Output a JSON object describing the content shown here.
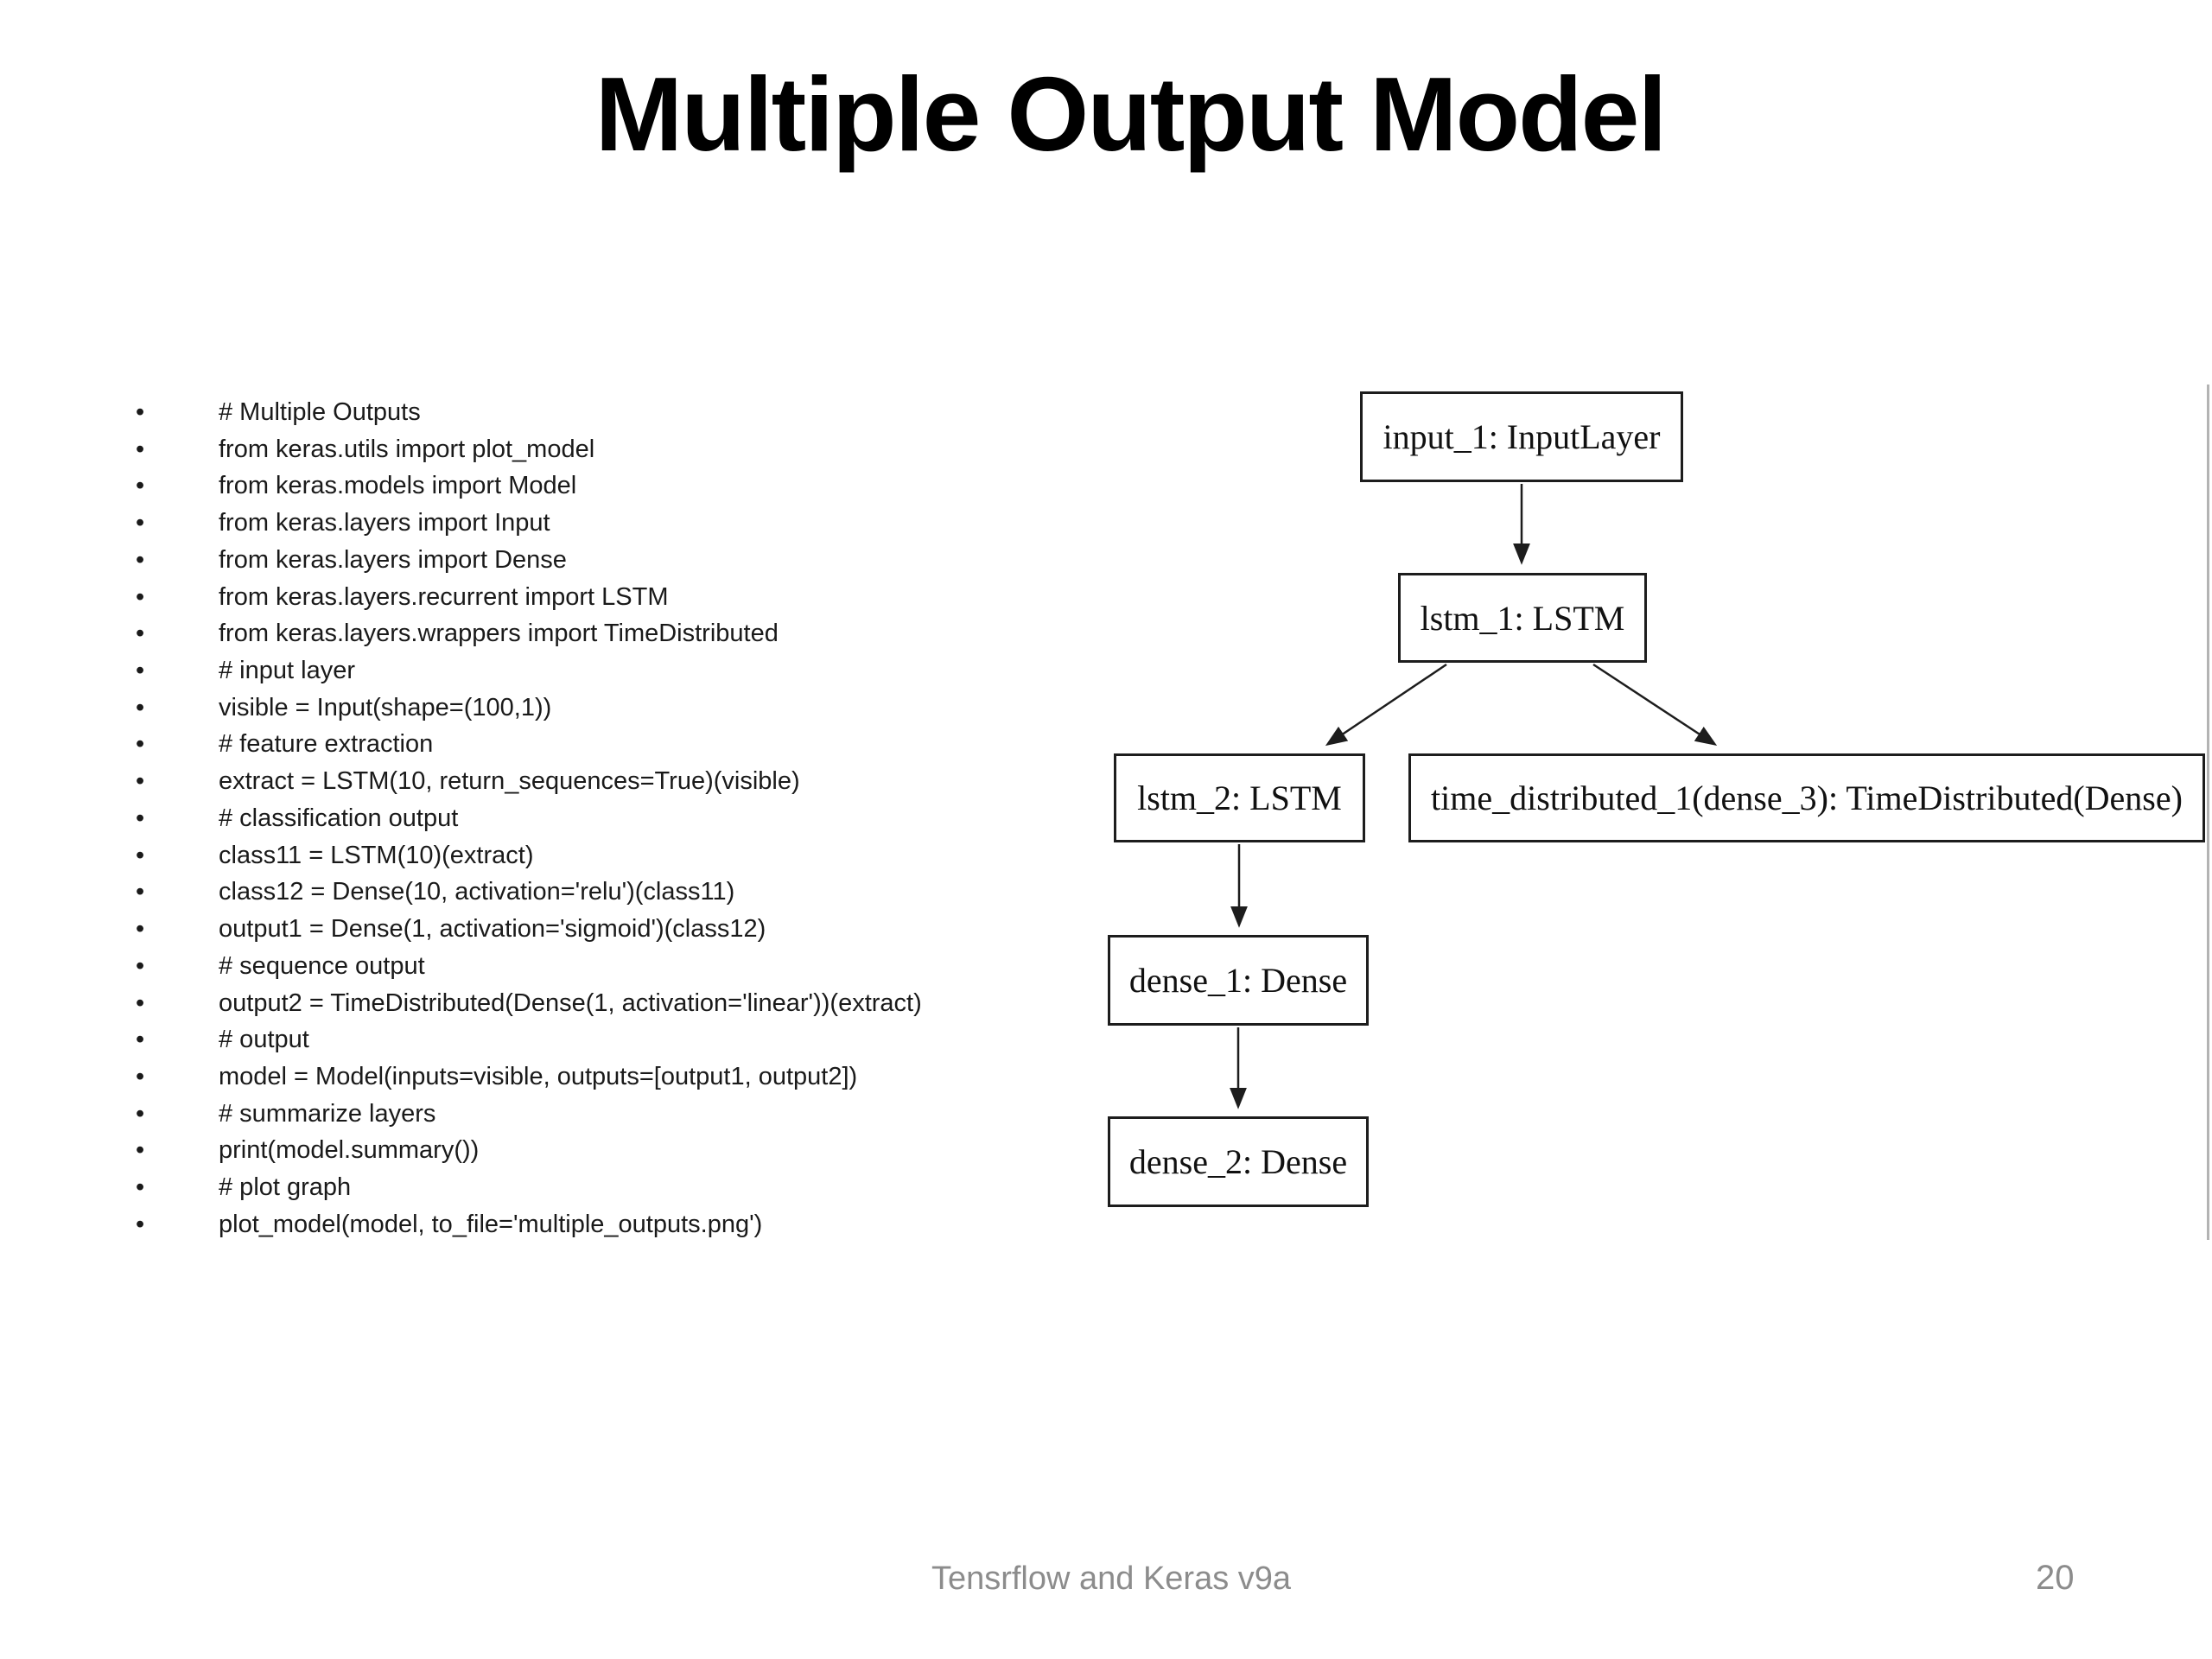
{
  "slide": {
    "title": "Multiple Output Model"
  },
  "colors": {
    "background": "#ffffff",
    "text": "#1a1a1a",
    "muted_footer": "#8c8c8c",
    "node_border": "#1d1d1d"
  },
  "code": {
    "bullet_lines": [
      "# Multiple Outputs",
      "from keras.utils import plot_model",
      "from keras.models import Model",
      "from keras.layers import Input",
      "from keras.layers import Dense",
      "from keras.layers.recurrent import LSTM",
      "from keras.layers.wrappers import TimeDistributed",
      "# input layer",
      "visible = Input(shape=(100,1))",
      "# feature extraction",
      "extract = LSTM(10, return_sequences=True)(visible)",
      "# classification output",
      "class11 = LSTM(10)(extract)",
      "class12 = Dense(10, activation='relu')(class11)",
      "output1 = Dense(1, activation='sigmoid')(class12)",
      "# sequence output",
      "output2 = TimeDistributed(Dense(1, activation='linear'))(extract)",
      "# output",
      "model = Model(inputs=visible, outputs=[output1, output2])",
      "# summarize layers",
      "print(model.summary())",
      "# plot graph",
      "plot_model(model, to_file='multiple_outputs.png')"
    ]
  },
  "diagram": {
    "nodes": [
      {
        "id": "input_1",
        "label": "input_1: InputLayer"
      },
      {
        "id": "lstm_1",
        "label": "lstm_1: LSTM"
      },
      {
        "id": "lstm_2",
        "label": "lstm_2: LSTM"
      },
      {
        "id": "time_distributed_1",
        "label": "time_distributed_1(dense_3): TimeDistributed(Dense)"
      },
      {
        "id": "dense_1",
        "label": "dense_1: Dense"
      },
      {
        "id": "dense_2",
        "label": "dense_2: Dense"
      }
    ]
  },
  "footer": {
    "deck_title": "Tensrflow and Keras v9a",
    "page_number": "20"
  }
}
